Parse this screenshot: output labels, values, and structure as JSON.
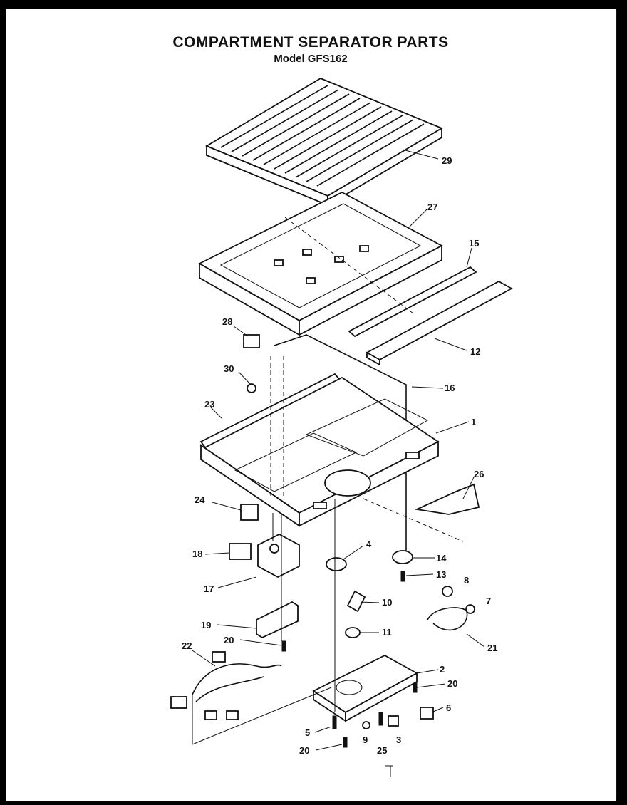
{
  "header": {
    "title": "COMPARTMENT SEPARATOR PARTS",
    "model": "Model GFS162"
  },
  "callouts": [
    {
      "id": "p29",
      "label": "29"
    },
    {
      "id": "p27",
      "label": "27"
    },
    {
      "id": "p15",
      "label": "15"
    },
    {
      "id": "p12",
      "label": "12"
    },
    {
      "id": "p28",
      "label": "28"
    },
    {
      "id": "p30",
      "label": "30"
    },
    {
      "id": "p16",
      "label": "16"
    },
    {
      "id": "p23",
      "label": "23"
    },
    {
      "id": "p1",
      "label": "1"
    },
    {
      "id": "p26",
      "label": "26"
    },
    {
      "id": "p24",
      "label": "24"
    },
    {
      "id": "p4",
      "label": "4"
    },
    {
      "id": "p14",
      "label": "14"
    },
    {
      "id": "p18",
      "label": "18"
    },
    {
      "id": "p13",
      "label": "13"
    },
    {
      "id": "p8",
      "label": "8"
    },
    {
      "id": "p17",
      "label": "17"
    },
    {
      "id": "p10",
      "label": "10"
    },
    {
      "id": "p7",
      "label": "7"
    },
    {
      "id": "p19",
      "label": "19"
    },
    {
      "id": "p11",
      "label": "11"
    },
    {
      "id": "p20a",
      "label": "20"
    },
    {
      "id": "p21",
      "label": "21"
    },
    {
      "id": "p22",
      "label": "22"
    },
    {
      "id": "p2",
      "label": "2"
    },
    {
      "id": "p20b",
      "label": "20"
    },
    {
      "id": "p6",
      "label": "6"
    },
    {
      "id": "p5",
      "label": "5"
    },
    {
      "id": "p9",
      "label": "9"
    },
    {
      "id": "p3",
      "label": "3"
    },
    {
      "id": "p25",
      "label": "25"
    },
    {
      "id": "p20c",
      "label": "20"
    }
  ]
}
